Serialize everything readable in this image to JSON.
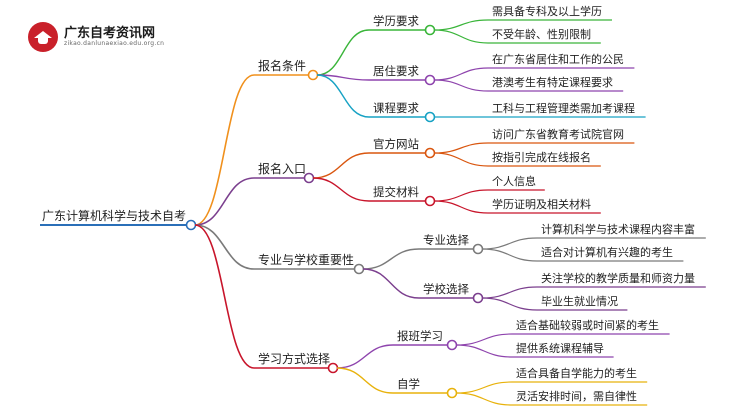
{
  "logo": {
    "title": "广东自考资讯网",
    "subtitle": "zikao.danlunaexiao.edu.org.cn"
  },
  "root": {
    "label": "广东计算机科学与技术自考"
  },
  "colors": {
    "root": "#2a6fb8",
    "branch1": "#f0901c",
    "branch2": "#7b3f8e",
    "branch3": "#7a7a7a",
    "branch4": "#c8152b",
    "xueli": "#3ab53a",
    "juzhu": "#8e44ad",
    "kecheng": "#17a2c4",
    "guanwang": "#d9560f",
    "tijiao": "#c8152b",
    "zhuanye": "#7a7a7a",
    "xuexiao": "#7b3f8e",
    "baoban": "#8e44ad",
    "zixue": "#e8b20c"
  },
  "branches": [
    {
      "label": "报名条件",
      "children": [
        {
          "label": "学历要求",
          "leaves": [
            "需具备专科及以上学历",
            "不受年龄、性别限制"
          ]
        },
        {
          "label": "居住要求",
          "leaves": [
            "在广东省居住和工作的公民",
            "港澳考生有特定课程要求"
          ]
        },
        {
          "label": "课程要求",
          "leaves": [
            "工科与工程管理类需加考课程"
          ]
        }
      ]
    },
    {
      "label": "报名入口",
      "children": [
        {
          "label": "官方网站",
          "leaves": [
            "访问广东省教育考试院官网",
            "按指引完成在线报名"
          ]
        },
        {
          "label": "提交材料",
          "leaves": [
            "个人信息",
            "学历证明及相关材料"
          ]
        }
      ]
    },
    {
      "label": "专业与学校重要性",
      "children": [
        {
          "label": "专业选择",
          "leaves": [
            "计算机科学与技术课程内容丰富",
            "适合对计算机有兴趣的考生"
          ]
        },
        {
          "label": "学校选择",
          "leaves": [
            "关注学校的教学质量和师资力量",
            "毕业生就业情况"
          ]
        }
      ]
    },
    {
      "label": "学习方式选择",
      "children": [
        {
          "label": "报班学习",
          "leaves": [
            "适合基础较弱或时间紧的考生",
            "提供系统课程辅导"
          ]
        },
        {
          "label": "自学",
          "leaves": [
            "适合具备自学能力的考生",
            "灵活安排时间，需自律性"
          ]
        }
      ]
    }
  ]
}
